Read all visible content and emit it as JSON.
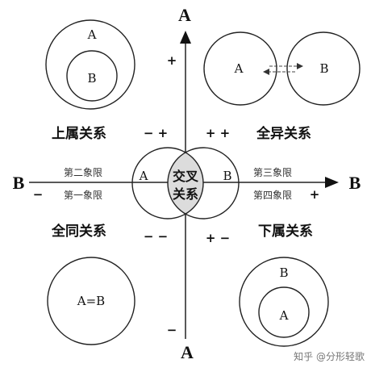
{
  "axes": {
    "vertical_top": "A",
    "vertical_bottom": "A",
    "horizontal_left": "B",
    "horizontal_right": "B",
    "plus": "+",
    "minus": "−"
  },
  "signs": {
    "top_left": "− +",
    "top_right": "+ +",
    "bottom_left": "− −",
    "bottom_right": "+ −"
  },
  "quadrants": {
    "q1": "第一象限",
    "q2": "第二象限",
    "q3": "第三象限",
    "q4": "第四象限"
  },
  "relations": {
    "upper_subordinate": "上属关系",
    "disjoint": "全异关系",
    "identity": "全同关系",
    "lower_subordinate": "下属关系",
    "intersect_line1": "交叉",
    "intersect_line2": "关系"
  },
  "circle_labels": {
    "a": "A",
    "b": "B",
    "equal": "A=B"
  },
  "watermark": "知乎 @分形轻歌"
}
